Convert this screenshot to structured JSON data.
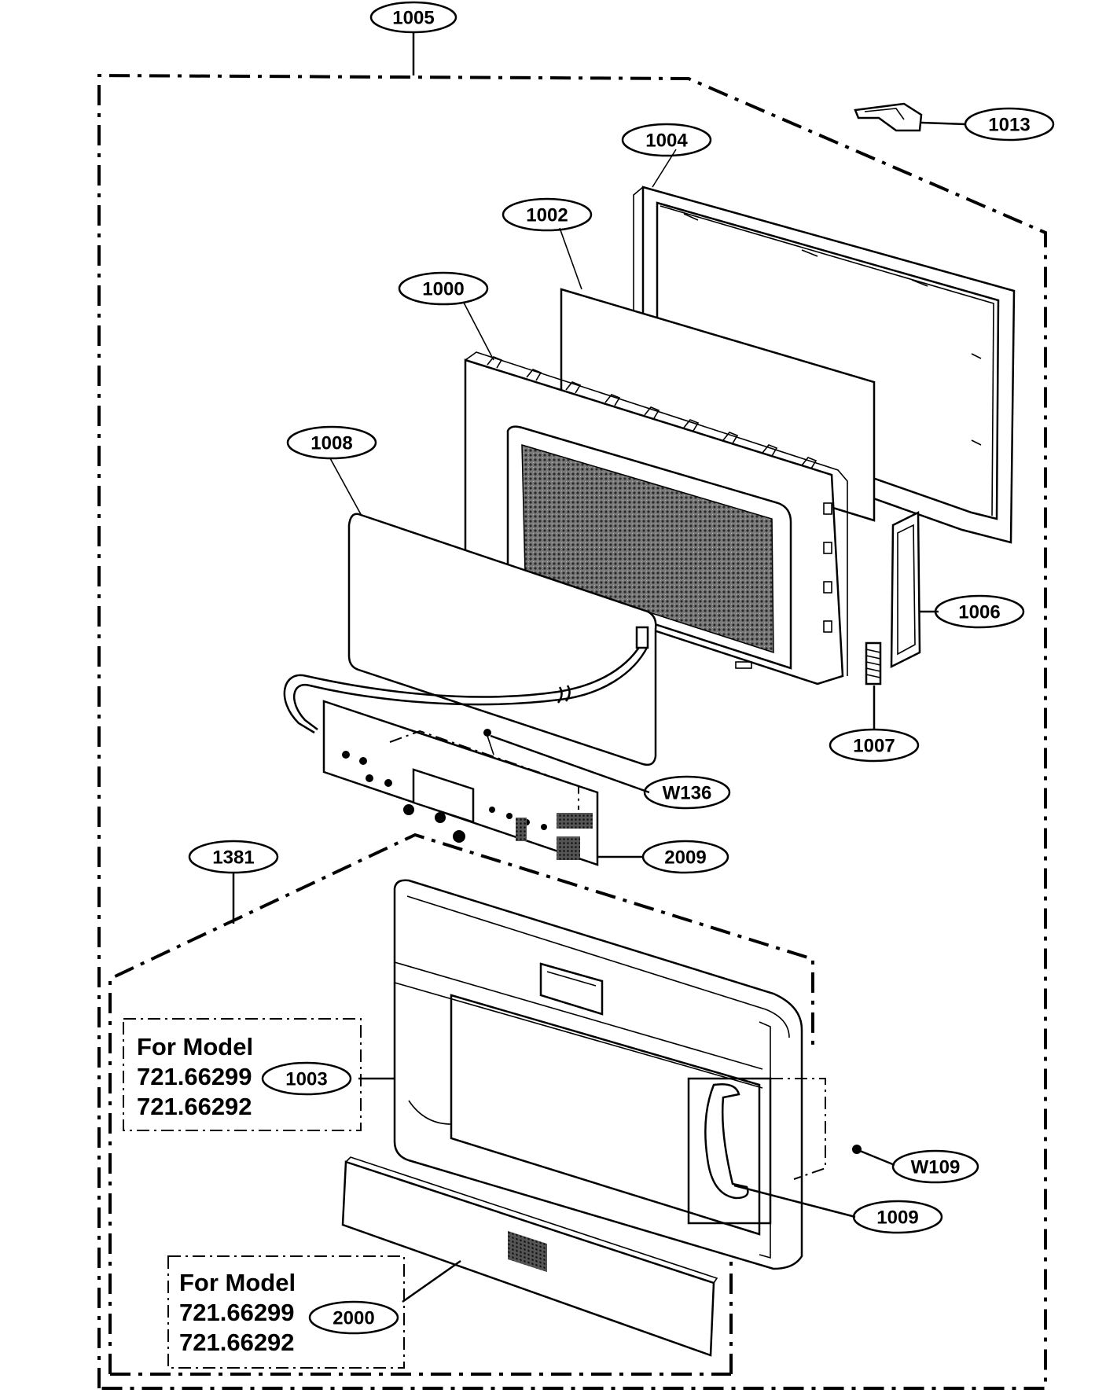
{
  "callouts": [
    {
      "id": "1005",
      "label": "1005"
    },
    {
      "id": "1013",
      "label": "1013"
    },
    {
      "id": "1004",
      "label": "1004"
    },
    {
      "id": "1002",
      "label": "1002"
    },
    {
      "id": "1000",
      "label": "1000"
    },
    {
      "id": "1008",
      "label": "1008"
    },
    {
      "id": "1006",
      "label": "1006"
    },
    {
      "id": "1007",
      "label": "1007"
    },
    {
      "id": "W136",
      "label": "W136"
    },
    {
      "id": "2009",
      "label": "2009"
    },
    {
      "id": "1381",
      "label": "1381"
    },
    {
      "id": "1003",
      "label": "1003"
    },
    {
      "id": "W109",
      "label": "W109"
    },
    {
      "id": "1009",
      "label": "1009"
    },
    {
      "id": "2000",
      "label": "2000"
    }
  ],
  "model_notes": [
    {
      "line1": "For Model",
      "line2": "721.66299",
      "line3": "721.66292"
    },
    {
      "line1": "For Model",
      "line2": "721.66299",
      "line3": "721.66292"
    }
  ]
}
